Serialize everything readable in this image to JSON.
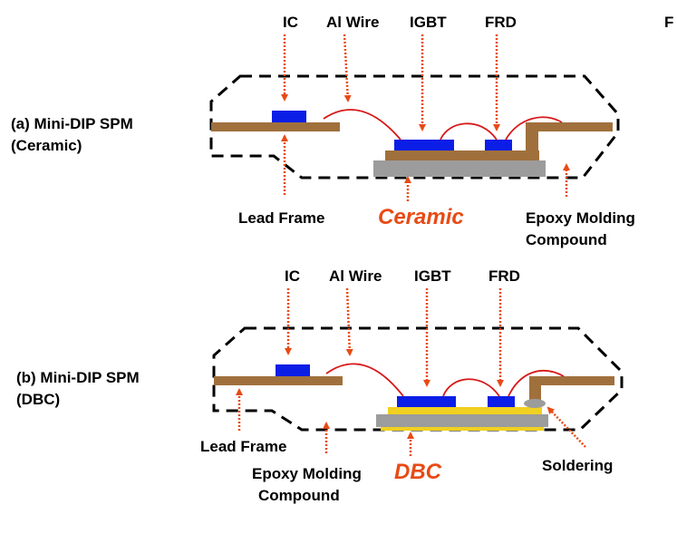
{
  "colors": {
    "lead_frame": "#a0703c",
    "chip": "#0a1ee6",
    "substrate": "#9c9c9c",
    "copper_layer": "#f0d020",
    "wire": "#d81818",
    "arrow": "#e84a14",
    "emphasis": "#e84a14",
    "outline": "#000000"
  },
  "corner_text": "F",
  "panel_a": {
    "title_line1": "(a) Mini-DIP SPM",
    "title_line2": "(Ceramic)",
    "labels": {
      "ic": "IC",
      "al_wire": "Al Wire",
      "igbt": "IGBT",
      "frd": "FRD",
      "lead_frame": "Lead Frame",
      "substrate": "Ceramic",
      "emc_line1": "Epoxy Molding",
      "emc_line2": "Compound"
    }
  },
  "panel_b": {
    "title_line1": "(b) Mini-DIP SPM",
    "title_line2": "(DBC)",
    "labels": {
      "ic": "IC",
      "al_wire": "Al Wire",
      "igbt": "IGBT",
      "frd": "FRD",
      "lead_frame": "Lead Frame",
      "emc_line1": "Epoxy Molding",
      "emc_line2": "Compound",
      "substrate": "DBC",
      "soldering": "Soldering"
    }
  }
}
